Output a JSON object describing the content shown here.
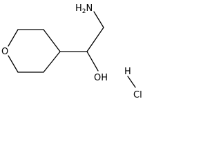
{
  "molecule": {
    "labels": {
      "ring_oxygen": "O",
      "amine_main": "H",
      "amine_subscript": "2",
      "amine_n": "N",
      "hydroxyl": "OH",
      "hcl_h": "H",
      "hcl_cl": "Cl"
    }
  }
}
